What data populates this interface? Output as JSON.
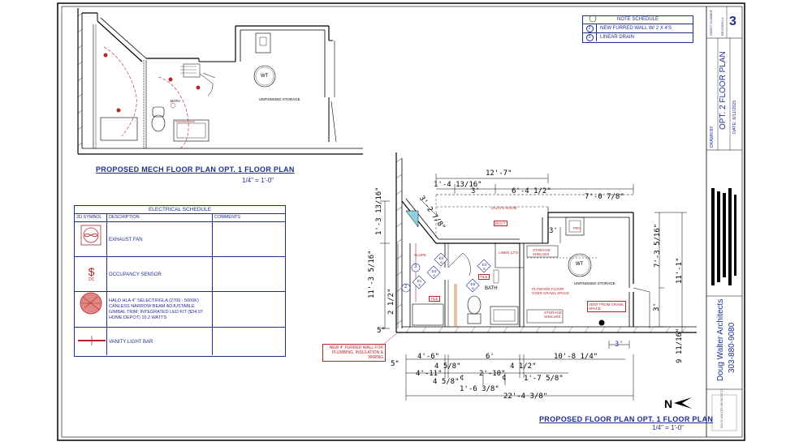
{
  "upper_plan": {
    "title": "PROPOSED MECH FLOOR PLAN OPT. 1 FLOOR PLAN",
    "scale": "1/4\" = 1'-0\"",
    "room_bath": "BATH",
    "room_storage": "UNFINISHED STORAGE",
    "wh_label": "WT"
  },
  "lower_plan": {
    "title": "PROPOSED FLOOR PLAN OPT. 1 FLOOR PLAN",
    "scale": "1/4\" = 1'-0\"",
    "room_bath": "BATH",
    "room_storage": "UNFINISHED STORAGE",
    "wh_label": "WT",
    "labels": {
      "zachs_room": "ZACH'S ROOM",
      "duct": "DUCT",
      "linen": "LINEN 12\"D",
      "storage_shelves_top": "STORAGE SHELVES",
      "storage_shelves_bottom": "STORAGE SHELVES",
      "plywood": "PLYWOOD FLOOR OVER CRAWL SPACE",
      "vent": "VENT FROM CRAWL SPACE",
      "tile1": "TILE",
      "tile2": "TILE",
      "slope": "SLOPE",
      "prv": "PRV",
      "furred_wall_note": "NEW 4\" FURRED WALL FOR PLUMBING, INSULATION & WIRING",
      "north": "N"
    },
    "dims": {
      "d_12_7": "12'-7\"",
      "d_1_4_13_16": "1'-4 13/16\"",
      "d_3_2_7_8": "3'-2 7/8\"",
      "d_3a": "3'",
      "d_6_4_1_2": "6'-4 1/2\"",
      "d_7_0_7_8": "7'-0 7/8\"",
      "d_3b": "3'",
      "d_1_3_13_16": "1'-3 13/16\"",
      "d_11_3_5_16": "11'-3 5/16\"",
      "d_2_1_2": "2 1/2\"",
      "d_7_3_5_16": "7'-3 5/16\"",
      "d_11_1": "11'-1\"",
      "d_3c": "3'",
      "d_9_11_16": "9 11/16\"",
      "d_5a": "5\"",
      "d_3d": "3'",
      "d_4_6": "4'-6\"",
      "d_4_5_8a": "4 5/8\"",
      "d_6": "6'",
      "d_4_1_2": "4 1/2\"",
      "d_10_8_1_4": "10'-8 1/4\"",
      "d_5b": "5\"",
      "d_4_11": "4'-11\"",
      "d_4_5_8b": "4 5/8\"",
      "d_2_10": "2'-10\"",
      "d_1_7_5_8": "1'-7 5/8\"",
      "d_1_6_3_8": "1'-6 3/8\"",
      "d_22_4_3_8": "22'-4 3/8\"",
      "cl1": "¢",
      "cl2": "¢"
    }
  },
  "electrical_schedule": {
    "title": "ELECTRICAL SCHEDULE",
    "columns": [
      "2D SYMBOL",
      "DESCRIPTION",
      "COMMENTS"
    ],
    "rows": [
      {
        "symbol": "exhaust-fan-icon",
        "description": "EXHAUST FAN",
        "comments": ""
      },
      {
        "symbol": "occupancy-sensor-icon",
        "description": "OCCUPANCY SENSOR",
        "symbol_text": "$",
        "symbol_sub": "OC",
        "comments": ""
      },
      {
        "symbol": "recessed-light-icon",
        "description": "HALO HLA 4\" SELECTRIGLA (2700 - 5000K) CANLESS NARROW BEAM ADJUSTABLE GIMBAL TRIM; INTEGRATED LED KIT ($34.97 HOME DEPOT) 10.2 WATTS",
        "comments": ""
      },
      {
        "symbol": "vanity-light-bar-icon",
        "description": "VANITY LIGHT BAR",
        "comments": ""
      }
    ]
  },
  "note_schedule": {
    "title": "NOTE SCHEDULE",
    "notes": [
      {
        "num": "2",
        "text": "NEW FURRED WALL W/ 2 X 4'S"
      },
      {
        "num": "3",
        "text": "LINEAR DRAIN"
      }
    ]
  },
  "title_block": {
    "sheet_label": "SHEET NUMBER",
    "sheet_number": "3",
    "revision": "REVISION #",
    "sheet_title": "OPT. 2 FLOOR PLAN",
    "date_label": "DATE:",
    "date": "6/11/2025",
    "drawn_by": "DRAWN BY",
    "firm_name": "Doug Walter Architects",
    "phone": "303-880-9080",
    "logo_text": "DOUG WALTER ARCHITECTS"
  },
  "tag_labels": {
    "e1": "E1",
    "e1n": "4",
    "e2": "E2",
    "e2n": "4",
    "e3": "E3",
    "e3n": "4",
    "e4": "E4",
    "e4n": "5",
    "e5": "E5",
    "e5n": "6",
    "n2": "2",
    "n3": "3"
  },
  "colors": {
    "drawing_blue": "#1e2f8f",
    "markup_red": "#b3262a"
  }
}
